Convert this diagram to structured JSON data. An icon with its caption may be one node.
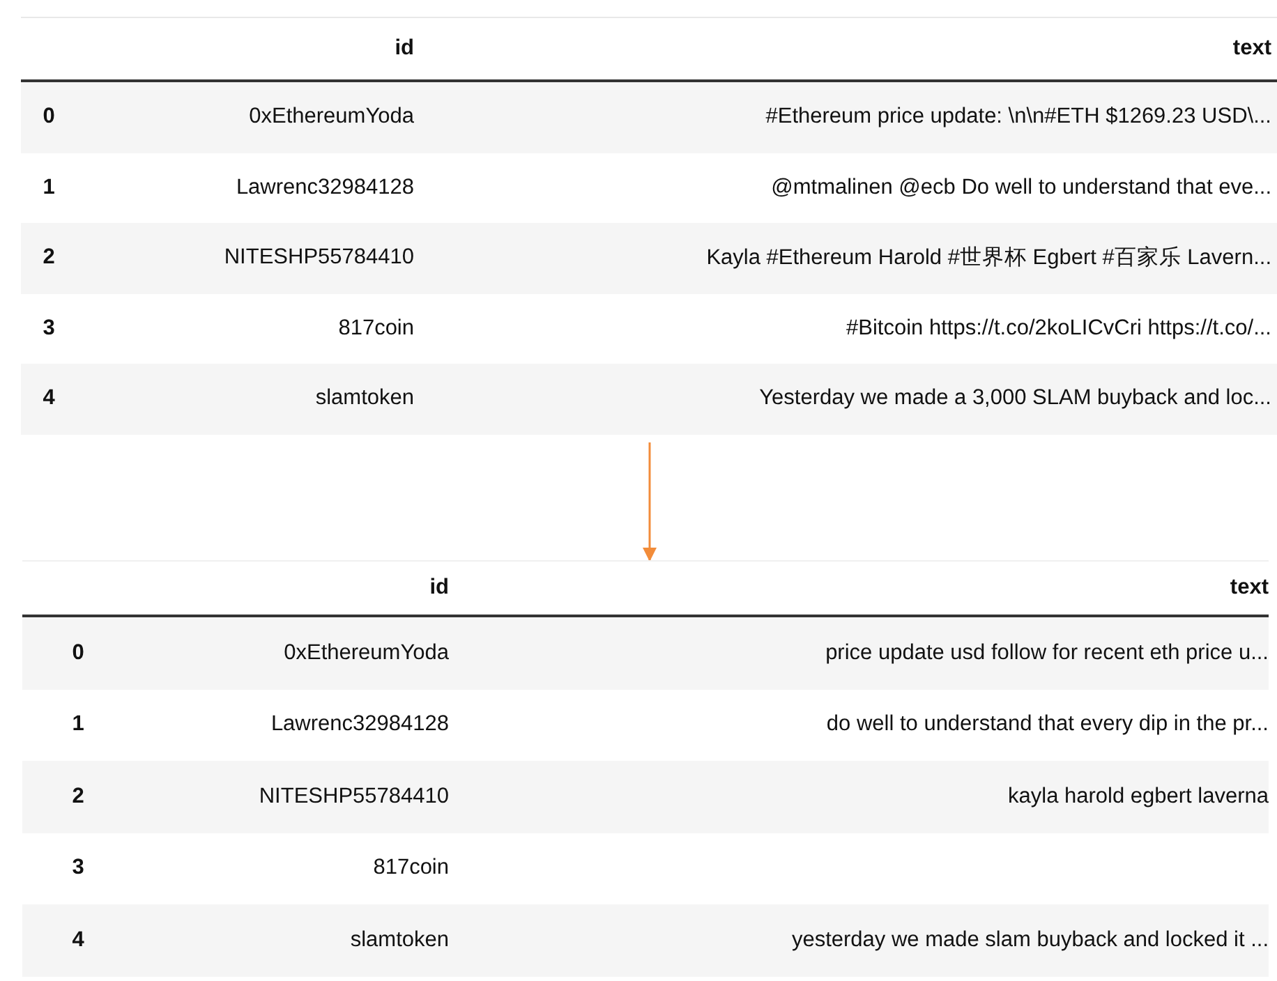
{
  "diagram": {
    "nodes": [
      {
        "text": [],
        "shape": "box"
      },
      {
        "text": [
          "id",
          "text"
        ],
        "in": 0
      },
      {
        "text": [
          "0",
          "0xEthereumYoda",
          "#Ethereum price update: \\n\\n#ETH $1269.23 USD\\..."
        ],
        "in": 0
      },
      {
        "text": [
          "1",
          "Lawrenc32984128",
          "@mtmalinen @ecb Do well to understand that eve..."
        ],
        "in": 0
      },
      {
        "text": [
          "2",
          "NITESHP55784410",
          "Kayla #Ethereum Harold #世界杯 Egbert #百家乐 Lavern..."
        ],
        "in": 0
      },
      {
        "text": [
          "3",
          "817coin",
          "#Bitcoin https://t.co/2koLICvCri https://t.co/..."
        ],
        "in": 0
      },
      {
        "text": [
          "4",
          "slamtoken",
          "Yesterday we made a 3,000 SLAM buyback and loc..."
        ],
        "in": 0
      },
      {
        "text": [],
        "shape": "box"
      },
      {
        "text": [
          "id",
          "text"
        ],
        "in": 7
      },
      {
        "text": [
          "0",
          "0xEthereumYoda",
          "price update usd follow for recent eth price u..."
        ],
        "in": 7
      },
      {
        "text": [
          "1",
          "Lawrenc32984128",
          "do well to understand that every dip in the pr..."
        ],
        "in": 7
      },
      {
        "text": [
          "2",
          "NITESHP55784410",
          "kayla harold egbert laverna"
        ],
        "in": 7
      },
      {
        "text": [
          "3",
          "817coin"
        ],
        "in": 7
      },
      {
        "text": [
          "4",
          "slamtoken",
          "yesterday we made slam buyback and locked it ..."
        ],
        "in": 7
      }
    ],
    "edges": [
      {
        "from": 0,
        "to": 7,
        "arrow": "to",
        "color": "#f28c3a"
      }
    ]
  }
}
